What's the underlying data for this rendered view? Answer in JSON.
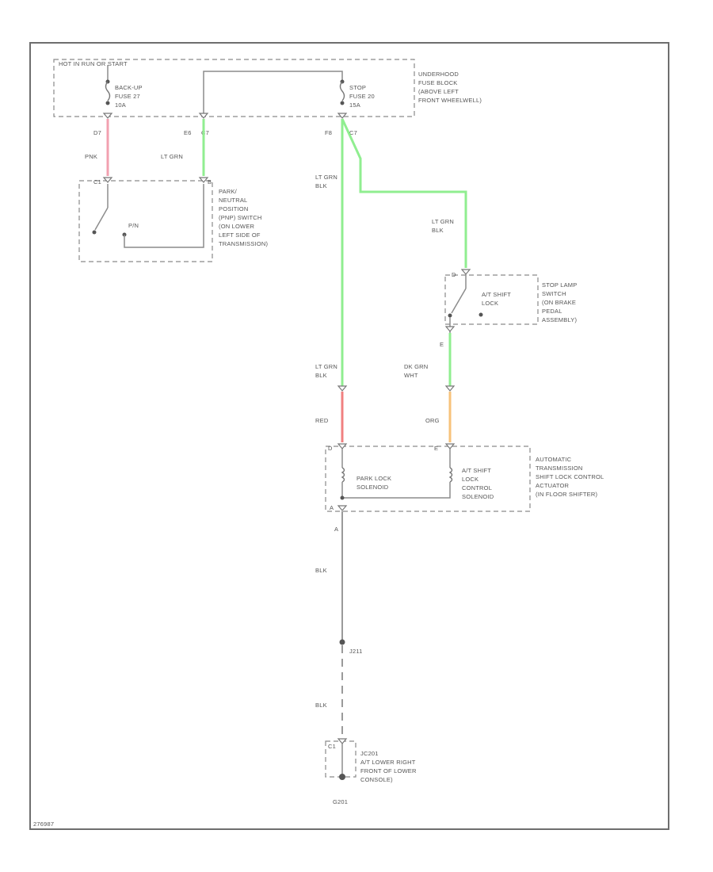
{
  "colors": {
    "pink": "#f2a0b0",
    "green": "#90ee90",
    "red": "#f08080",
    "orange": "#f7c27a",
    "gray": "#9a9a9a"
  },
  "fuse_block": {
    "header": "HOT IN RUN OR START",
    "description": [
      "UNDERHOOD",
      "FUSE BLOCK",
      "(ABOVE LEFT",
      "FRONT WHEELWELL)"
    ],
    "fuse_backup": [
      "BACK-UP",
      "FUSE 27",
      "10A"
    ],
    "fuse_stop": [
      "STOP",
      "FUSE 20",
      "15A"
    ],
    "pins": {
      "p1": "D7",
      "p2": "E6",
      "p3": "C7",
      "p4": "F8",
      "p5": "C7"
    }
  },
  "pnp_switch": {
    "pins": {
      "top_left": "C1",
      "top_right": "B"
    },
    "position": "P/N",
    "description": [
      "PARK/",
      "NEUTRAL",
      "POSITION",
      "(PNP) SWITCH",
      "(ON LOWER",
      "LEFT SIDE OF",
      "TRANSMISSION)"
    ]
  },
  "wires": {
    "pnk": "PNK",
    "lt_grn": "LT GRN",
    "lt_grn_blk_1": [
      "LT GRN",
      "BLK"
    ],
    "lt_grn_blk_2": [
      "LT GRN",
      "BLK"
    ],
    "lt_grn_blk_3": [
      "LT GRN",
      "BLK"
    ],
    "dk_grn_wht": [
      "DK GRN",
      "WHT"
    ],
    "red": "RED",
    "org": "ORG",
    "blk_1": "BLK",
    "blk_2": "BLK"
  },
  "stop_lamp_switch": {
    "pin_top": "D",
    "pin_bottom": "E",
    "contact": [
      "A/T SHIFT",
      "LOCK"
    ],
    "description": [
      "STOP LAMP",
      "SWITCH",
      "(ON BRAKE",
      "PEDAL",
      "ASSEMBLY)"
    ]
  },
  "actuator": {
    "pin_d": "D",
    "pin_e": "E",
    "pin_a": "A",
    "pin_a2": "A",
    "solenoid": [
      "PARK LOCK",
      "SOLENOID"
    ],
    "shift_lock": [
      "A/T SHIFT",
      "LOCK",
      "CONTROL",
      "SOLENOID"
    ],
    "description": [
      "AUTOMATIC",
      "TRANSMISSION",
      "SHIFT LOCK CONTROL",
      "ACTUATOR",
      "(IN FLOOR SHIFTER)"
    ]
  },
  "splice": {
    "label": "J211"
  },
  "ground": {
    "connector_pin": "C1",
    "connector": [
      "JC201",
      "A/T LOWER RIGHT",
      "FRONT OF LOWER",
      "CONSOLE)"
    ],
    "label": "G201"
  },
  "footer_id": "276987"
}
